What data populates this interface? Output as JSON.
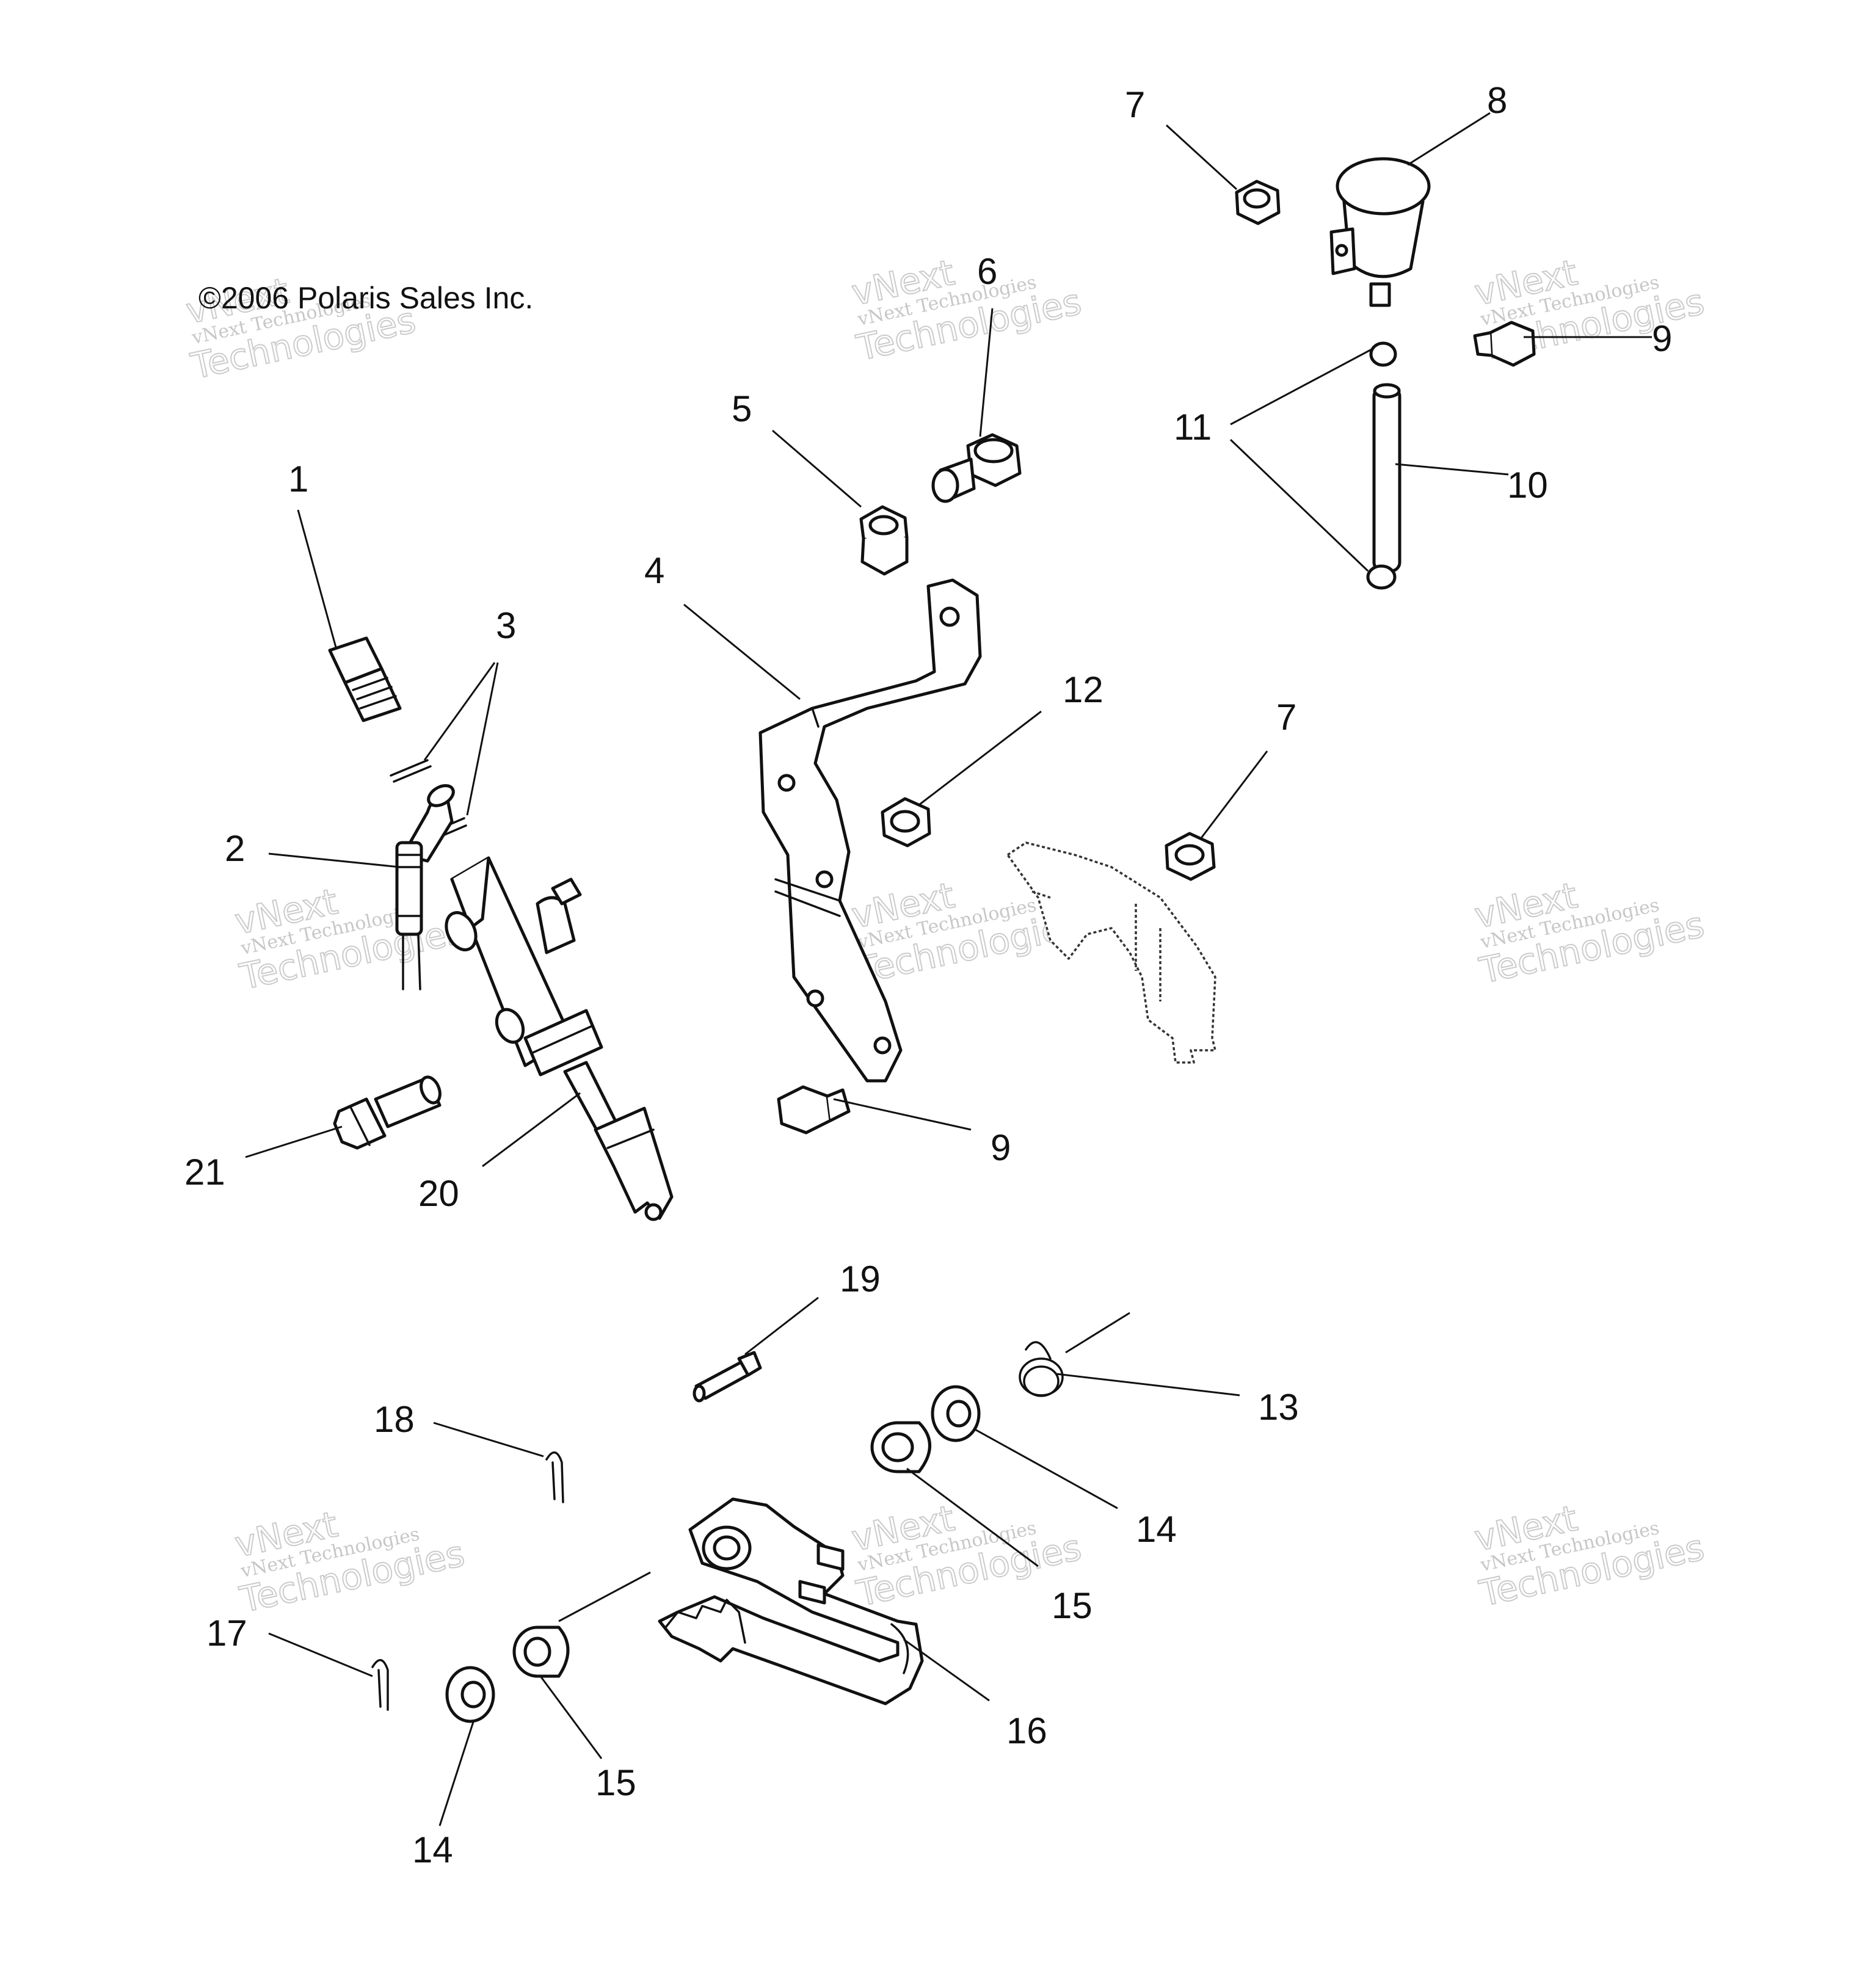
{
  "copyright": "©2006 Polaris Sales Inc.",
  "watermark": {
    "line1": "vNext Technologies",
    "line2": "vNext",
    "line3": "Technologies"
  },
  "callouts": [
    "1",
    "2",
    "3",
    "4",
    "5",
    "6",
    "7",
    "8",
    "9",
    "10",
    "11",
    "12",
    "7",
    "13",
    "14",
    "15",
    "16",
    "17",
    "18",
    "19",
    "20",
    "21",
    "9",
    "14",
    "15"
  ]
}
